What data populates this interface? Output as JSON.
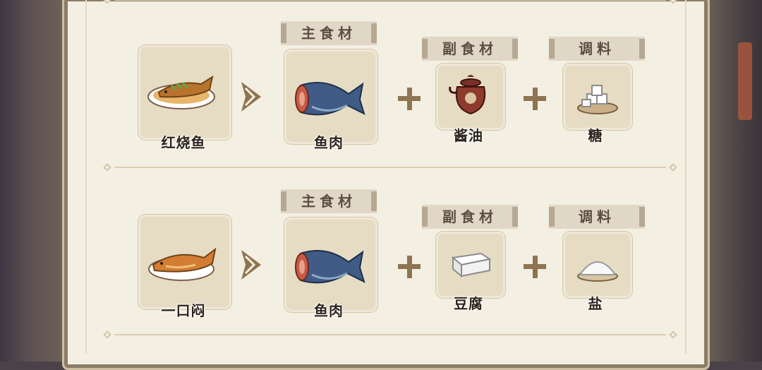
{
  "recipes": [
    {
      "dish": {
        "name": "红烧鱼",
        "icon": "braised-fish-icon"
      },
      "main": {
        "label": "主食材",
        "name": "鱼肉",
        "icon": "fish-meat-icon"
      },
      "side": {
        "label": "副食材",
        "name": "酱油",
        "icon": "soy-sauce-pot-icon"
      },
      "seasoning": {
        "label": "调料",
        "name": "糖",
        "icon": "sugar-cubes-icon"
      }
    },
    {
      "dish": {
        "name": "一口闷",
        "icon": "whole-fish-plate-icon"
      },
      "main": {
        "label": "主食材",
        "name": "鱼肉",
        "icon": "fish-meat-icon"
      },
      "side": {
        "label": "副食材",
        "name": "豆腐",
        "icon": "tofu-icon"
      },
      "seasoning": {
        "label": "调料",
        "name": "盐",
        "icon": "salt-pile-icon"
      }
    }
  ],
  "colors": {
    "panel": "#f4efe3",
    "card": "#e6dcc3",
    "tag": "#e0d7c7",
    "plus": "#8c7550",
    "text": "#2b241c"
  }
}
